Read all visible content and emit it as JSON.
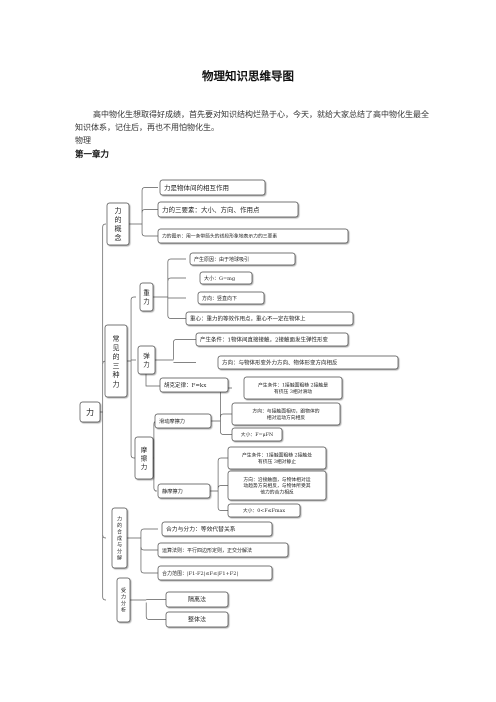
{
  "title": "物理知识思维导图",
  "intro": "高中物化生想取得好成绩，首先要对知识结构烂熟于心，今天，就给大家总结了高中物化生最全知识体系，记住后，再也不用怕物化生。",
  "category": "物理",
  "chapter": "第一章力",
  "mindmap": {
    "root": "力",
    "concept": {
      "label": "力的概念",
      "items": [
        "力是物体间的相互作用",
        "力的三要素：大小、方向、作用点",
        "力的图示：用一条带箭头的线段形象地表示力的三要素"
      ]
    },
    "common": {
      "label": "常见的三种力",
      "gravity": {
        "label": "重力",
        "items": [
          "产生原因：由于地球吸引",
          "大小：G=mg",
          "方向：竖直向下",
          "重心：重力的等效作用点，重心不一定在物体上"
        ]
      },
      "elastic": {
        "label": "弹力",
        "items": [
          "产生条件：1物体间直接接触，2接触面发生弹性形变",
          "方向：与物体形变外力方向、物体形变方向相反"
        ],
        "hooke": "胡克定律：F=kx"
      },
      "friction": {
        "label": "摩擦力",
        "sliding": {
          "label": "滑动摩擦力",
          "items": [
            [
              "产生条件：1接触面粗糙 2接触是",
              "有挤压 3相对滑动"
            ],
            [
              "方向：与接触面相切，跟物体的",
              "相对运动方向相反"
            ],
            [
              "大小：F=μFN"
            ]
          ]
        },
        "static": {
          "label": "静摩擦力",
          "items": [
            [
              "产生条件：1接触面粗糙 2接触处",
              "有挤压 3相对静止"
            ],
            [
              "方向：沿接触面，与物体相对运",
              "动趋势方向相反，与物体所受其",
              "他力的合力相反"
            ],
            [
              "大小：0<F≤Fmax"
            ]
          ]
        }
      }
    },
    "composition": {
      "label": "力的合成与分解",
      "items": [
        "合力与分力：等效代替关系",
        "运算法则：平行四边形定则，正交分解法",
        "合力范围：|F1-F2|≤F≤|F1+F2|"
      ]
    },
    "analysis": {
      "label": "受力分析",
      "items": [
        "隔离法",
        "整体法"
      ]
    }
  }
}
